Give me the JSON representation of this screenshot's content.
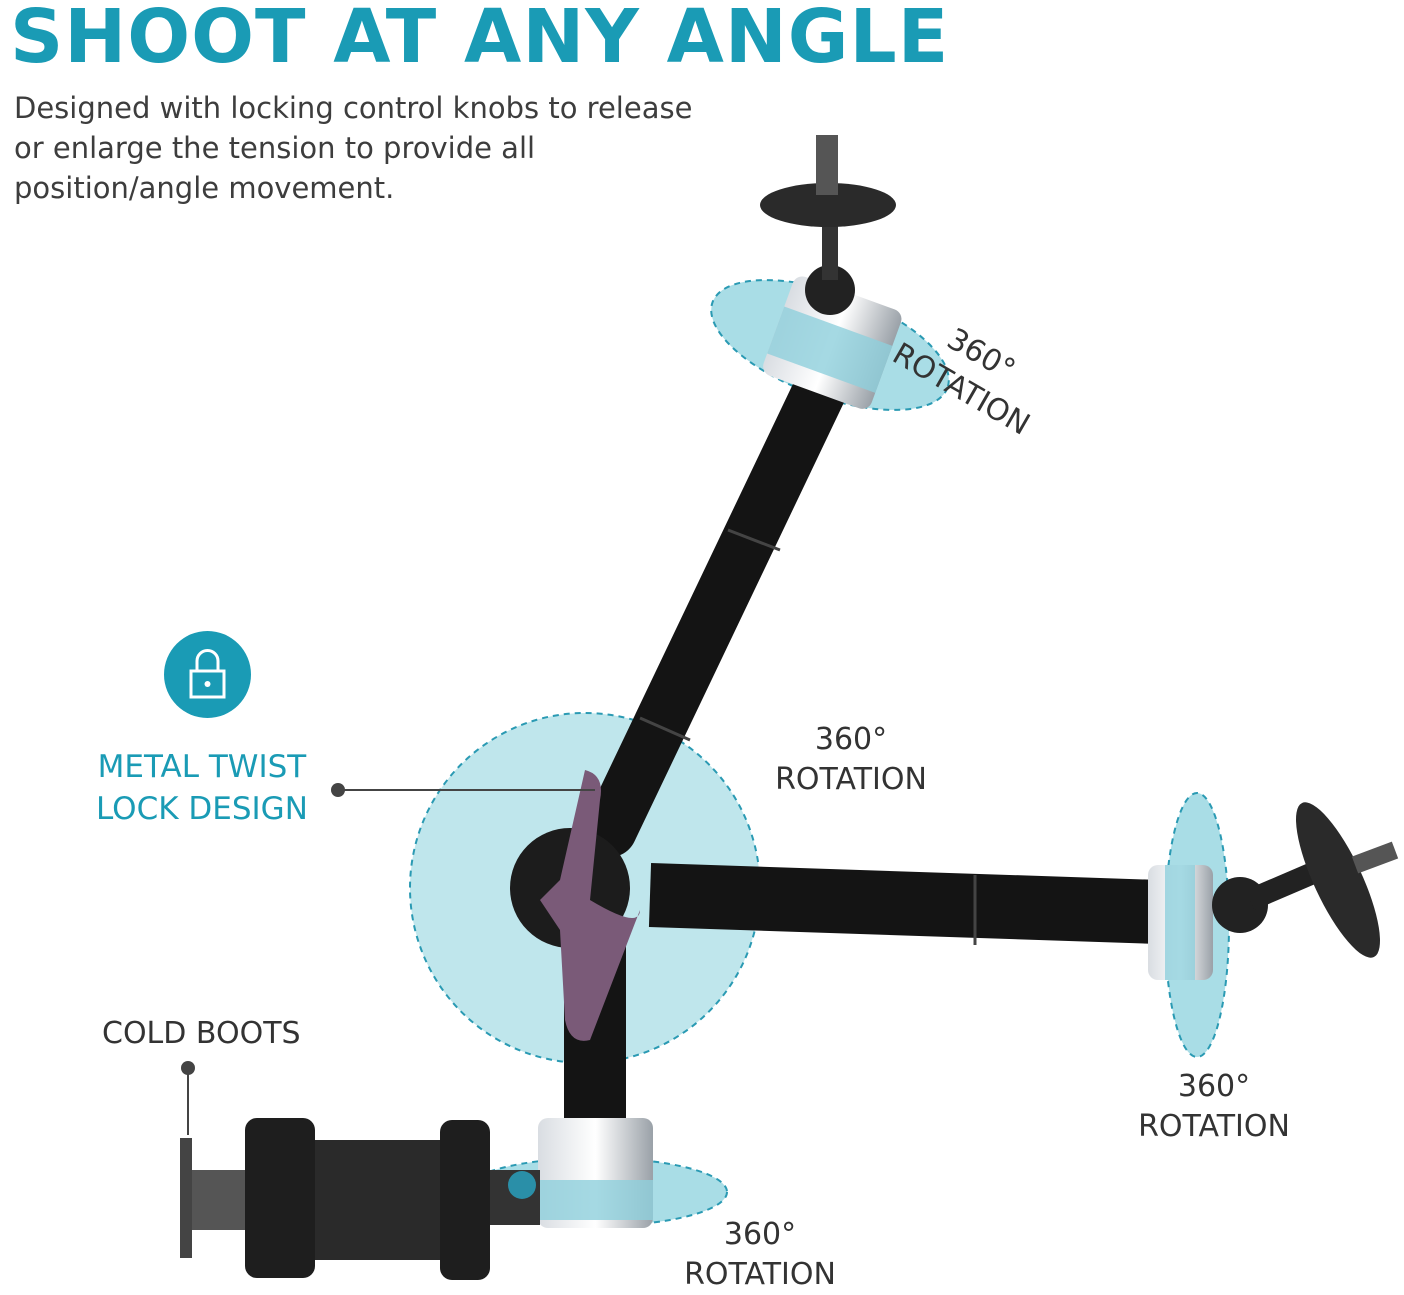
{
  "header": {
    "title": "SHOOT AT ANY ANGLE",
    "description_lines": [
      "Designed with locking control knobs to release",
      "or enlarge the tension to provide all",
      "position/angle movement."
    ]
  },
  "features": {
    "lock_icon": "lock-icon",
    "lock_line1": "METAL TWIST",
    "lock_line2": "LOCK DESIGN",
    "cold_boots": "COLD BOOTS"
  },
  "rotation_labels": [
    {
      "degrees": "360°",
      "text": "ROTATION"
    },
    {
      "degrees": "360°",
      "text": "ROTATION"
    },
    {
      "degrees": "360°",
      "text": "ROTATION"
    },
    {
      "degrees": "360°",
      "text": "ROTATION"
    }
  ],
  "colors": {
    "accent": "#1a9bb5",
    "highlight": "#a9dde6",
    "handle": "#7a5a78"
  }
}
